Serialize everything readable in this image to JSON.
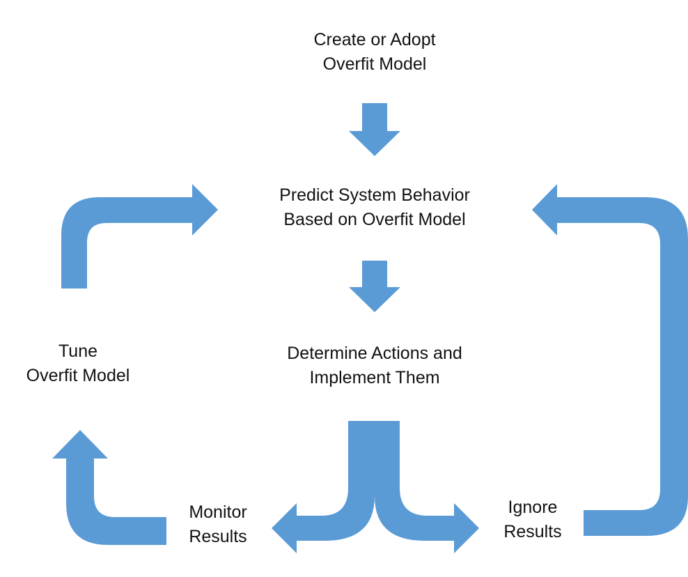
{
  "diagram": {
    "arrow_color": "#5b9bd5",
    "nodes": {
      "create": {
        "line1": "Create or Adopt",
        "line2": "Overfit Model"
      },
      "predict": {
        "line1": "Predict System Behavior",
        "line2": "Based on Overfit Model"
      },
      "determine": {
        "line1": "Determine  Actions and",
        "line2": "Implement Them"
      },
      "tune": {
        "line1": "Tune",
        "line2": "Overfit Model"
      },
      "monitor": {
        "line1": "Monitor",
        "line2": "Results"
      },
      "ignore": {
        "line1": "Ignore",
        "line2": "Results"
      }
    }
  }
}
